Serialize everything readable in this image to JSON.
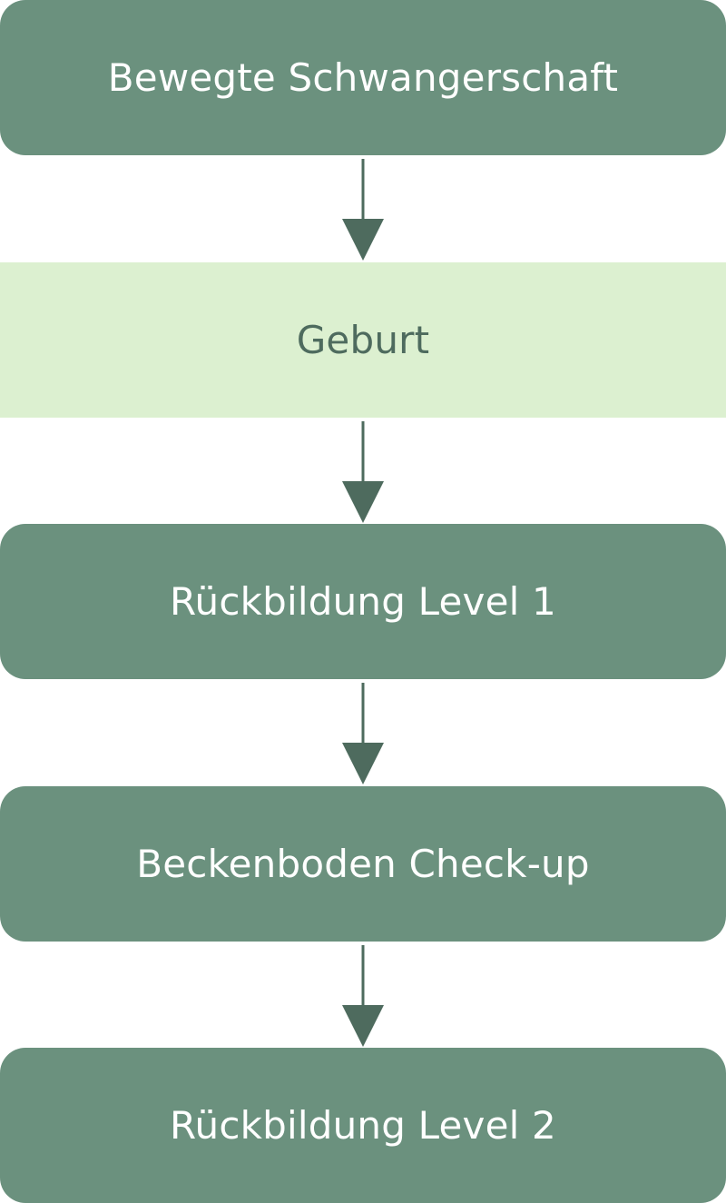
{
  "colors": {
    "box_fill": "#6b917e",
    "box_text": "#ffffff",
    "highlight_fill": "#dcf0d0",
    "highlight_text": "#4e6b5e",
    "arrow": "#4e6b5e",
    "background": "#ffffff"
  },
  "steps": [
    {
      "label": "Bewegte Schwangerschaft",
      "style": "dark"
    },
    {
      "label": "Geburt",
      "style": "light"
    },
    {
      "label": "Rückbildung Level 1",
      "style": "dark"
    },
    {
      "label": "Beckenboden Check-up",
      "style": "dark"
    },
    {
      "label": "Rückbildung Level 2",
      "style": "dark"
    }
  ]
}
